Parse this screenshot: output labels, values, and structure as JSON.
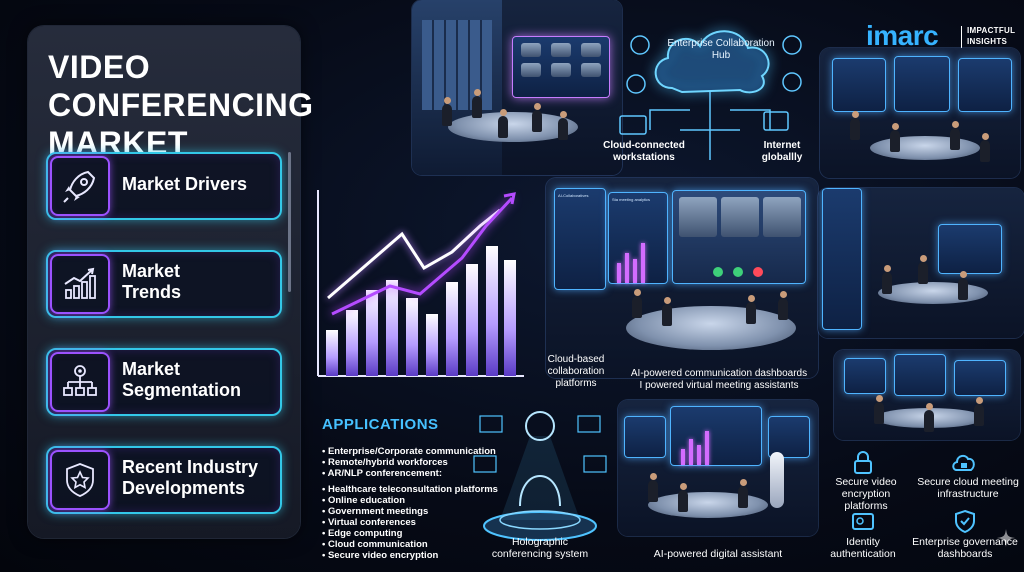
{
  "title": "VIDEO CONFERENCING MARKET",
  "nav": [
    {
      "label": "Market Drivers",
      "icon": "rocket-icon"
    },
    {
      "label": "Market Trends",
      "icon": "trend-chart-icon"
    },
    {
      "label": "Market Segmentation",
      "icon": "segmentation-icon"
    },
    {
      "label": "Recent Industry Developments",
      "icon": "award-badge-icon"
    }
  ],
  "brand": {
    "name": "imarc",
    "tagline_1": "IMPACTFUL",
    "tagline_2": "INSIGHTS"
  },
  "hub": {
    "label": "Enterprise Collaboration Hub"
  },
  "captions": {
    "workstations": "Cloud-connected workstations",
    "internet": "Internet globallly",
    "collab_platforms": "Cloud-based collaboration platforms",
    "ai_dashboards_1": "AI-powered communication dashboards",
    "ai_dashboards_2": "I powered virtual meeting assistants",
    "holographic": "Holographic conferencing system",
    "ai_assistant": "AI-powered digital assistant",
    "secure_video": "Secure video encryption platforms",
    "secure_cloud": "Secure cloud meeting infrastructure",
    "identity": "Identity authentication",
    "governance": "Enterprise governance dashboards"
  },
  "applications": {
    "title": "APPLICATIONS",
    "items": [
      "• Enterprise/Corporate communication",
      "• Remote/hybrid workforces",
      "• AR/NLP conferencement:",
      "• Healthcare teleconsultation platforms",
      "• Online education",
      "• Government meetings",
      "• Virtual conferences",
      "• Edge computing",
      "• Cloud communication",
      "• Secure video encryption"
    ]
  },
  "screen_text": {
    "label_a": "Sta meeting analytics",
    "label_b": "AI-Collaboratives"
  },
  "colors": {
    "accent_cyan": "#33c8e8",
    "accent_purple": "#9b52ff",
    "brand_blue": "#36b3ff"
  }
}
